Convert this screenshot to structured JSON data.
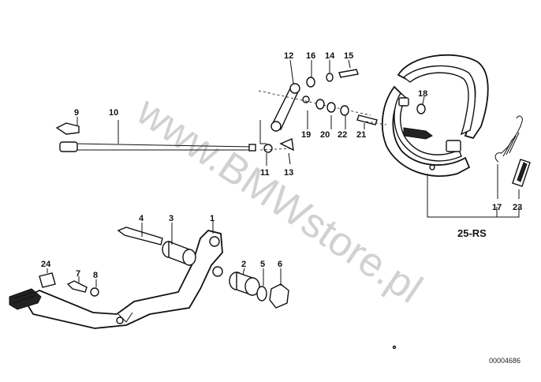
{
  "diagram": {
    "callouts": {
      "c1": "1",
      "c2": "2",
      "c3": "3",
      "c4": "4",
      "c5": "5",
      "c6": "6",
      "c7": "7",
      "c8": "8",
      "c9": "9",
      "c10": "10",
      "c11": "11",
      "c12": "12",
      "c13": "13",
      "c14": "14",
      "c15": "15",
      "c16": "16",
      "c17": "17",
      "c18": "18",
      "c19": "19",
      "c20": "20",
      "c21": "21",
      "c22": "22",
      "c23": "23",
      "c24": "24",
      "c25": "25-RS"
    },
    "watermark": "www.BMWstore.pl",
    "drawing_code": "00004686"
  }
}
